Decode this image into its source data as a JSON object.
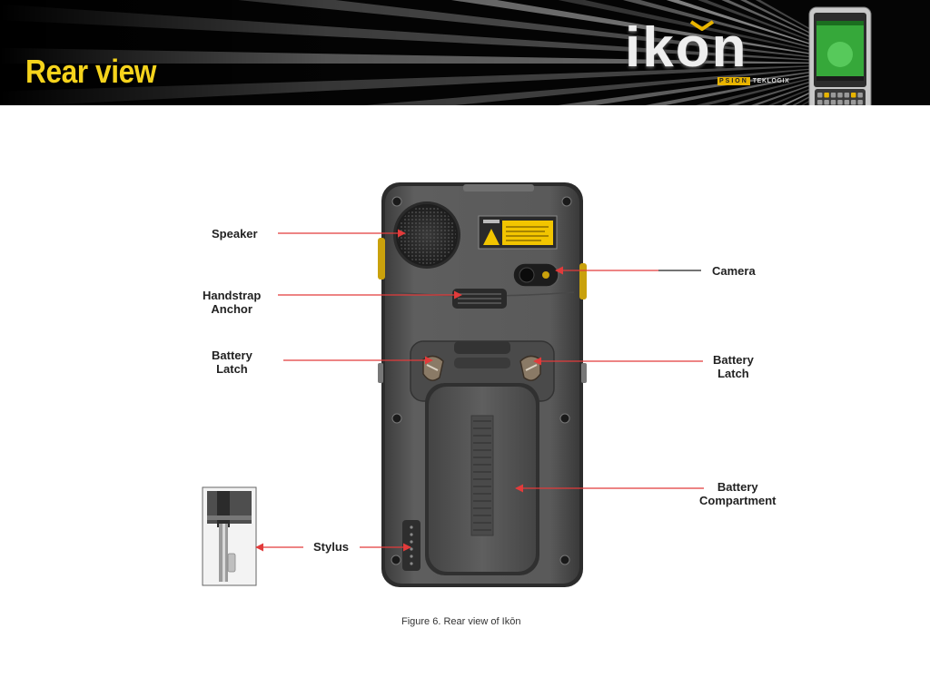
{
  "slide": {
    "title": "Rear view"
  },
  "logo": {
    "wordmark": "ikon",
    "company_badge": "PSION",
    "company_suffix": "TEKLOGIX"
  },
  "diagram": {
    "callouts": {
      "speaker": "Speaker",
      "handstrap_line1": "Handstrap",
      "handstrap_line2": "Anchor",
      "battery_latch_left_line1": "Battery",
      "battery_latch_left_line2": "Latch",
      "stylus": "Stylus",
      "camera": "Camera",
      "battery_latch_right_line1": "Battery",
      "battery_latch_right_line2": "Latch",
      "battery_compartment_line1": "Battery",
      "battery_compartment_line2": "Compartment"
    },
    "caption": "Figure 6. Rear view of Ikōn"
  },
  "colors": {
    "title": "#f5d31c",
    "leader_line": "#e23b3b",
    "device_body": "#555555",
    "banner": "#050505"
  }
}
